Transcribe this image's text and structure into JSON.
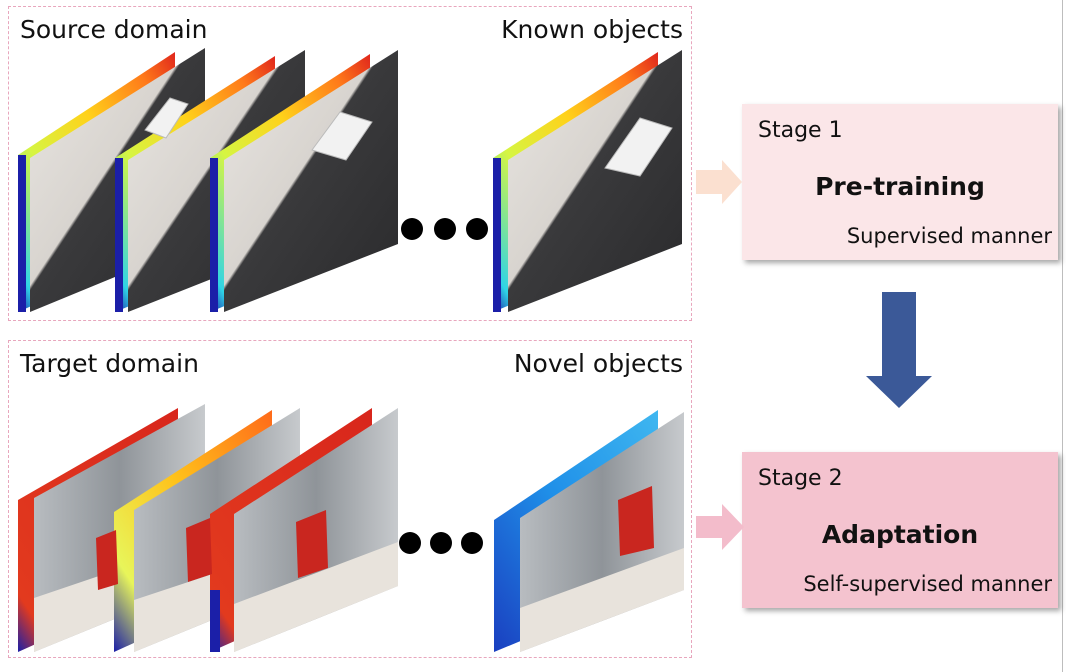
{
  "source_panel": {
    "title": "Source domain",
    "subtitle": "Known objects"
  },
  "target_panel": {
    "title": "Target domain",
    "subtitle": "Novel objects"
  },
  "stage1": {
    "number": "Stage 1",
    "title": "Pre-training",
    "manner": "Supervised manner",
    "color": "#fbe6e8"
  },
  "stage2": {
    "number": "Stage 2",
    "title": "Adaptation",
    "manner": "Self-supervised manner",
    "color": "#f4c3cf"
  },
  "colors": {
    "panel_border": "#e8a6bd",
    "down_arrow": "#3b5998",
    "arrow_light": "#fbe0d0",
    "arrow_pink": "#f3bccb"
  }
}
